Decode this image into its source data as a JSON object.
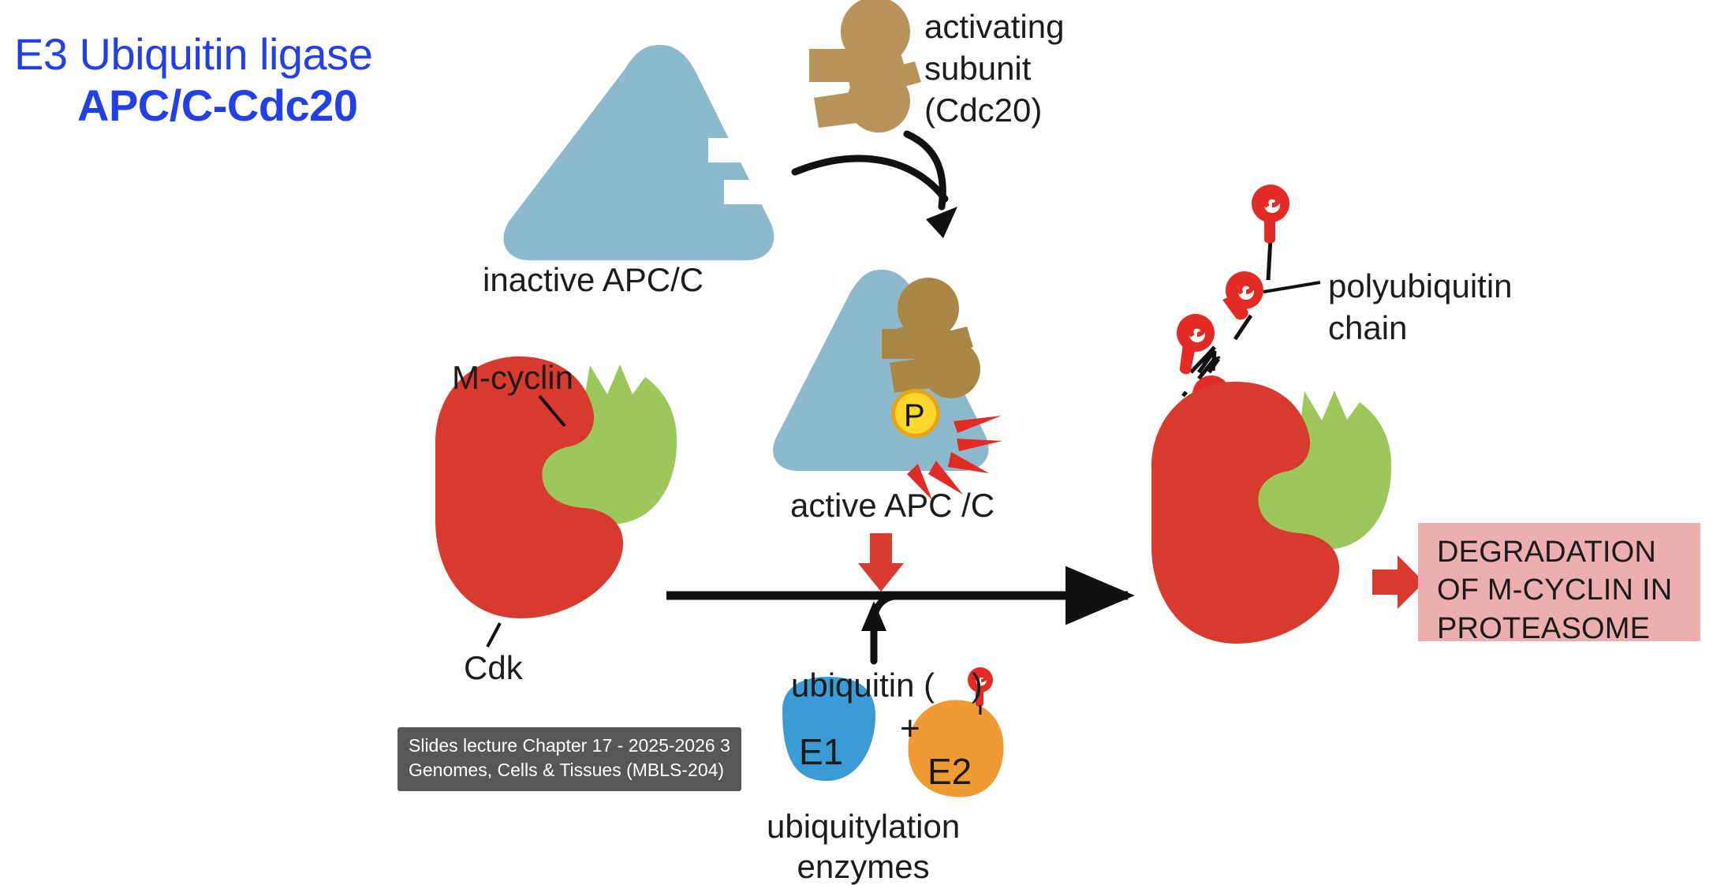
{
  "title": {
    "line1": "E3 Ubiquitin ligase",
    "line2": "APC/C-Cdc20",
    "color": "#2340E8"
  },
  "labels": {
    "activating_subunit": "activating\nsubunit\n(Cdc20)",
    "inactive_apc": "inactive APC/C",
    "active_apc": "active APC /C",
    "m_cyclin": "M-cyclin",
    "cdk": "Cdk",
    "polyubiquitin": "polyubiquitin\nchain",
    "ubiquitin": "ubiquitin (    )",
    "plus": "+",
    "e1": "E1",
    "e2": "E2",
    "ubiquitylation_enzymes": "ubiquitylation\nenzymes",
    "phosphate": "P"
  },
  "degradation": {
    "text": "DEGRADATION OF M-CYCLIN IN PROTEASOME",
    "box_color": "#EDAEB0",
    "arrow_color": "#D83A2E"
  },
  "watermark": {
    "text": "Slides lecture Chapter 17 - 2025-2026 3\nGenomes, Cells & Tissues (MBLS-204)",
    "background": "#575757",
    "text_color": "#ffffff"
  },
  "colors": {
    "apc_blue": "#8DB9CC",
    "cdc20_tan": "#B8945A",
    "cdk_red": "#D83A2E",
    "cyclin_green": "#9DC75A",
    "ubiquitin_red": "#E22B24",
    "phosphate_yellow": "#FCD72B",
    "phosphate_ring": "#E8A317",
    "e1_blue": "#3A9BD5",
    "e2_orange": "#EE9B33",
    "arrow_black": "#111111",
    "background": "#ffffff"
  },
  "elements": {
    "ubiquitin_chain_units": 5,
    "activity_rays": 5
  }
}
